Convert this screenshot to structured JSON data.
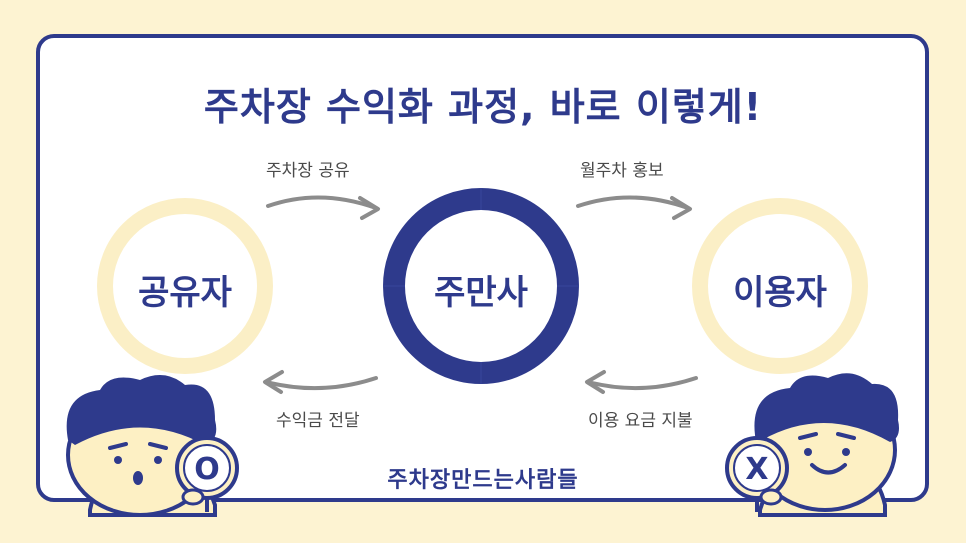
{
  "title": "주차장 수익화 과정, 바로 이렇게!",
  "nodes": {
    "left": "공유자",
    "center": "주만사",
    "right": "이용자"
  },
  "edges": {
    "top_left": "주차장 공유",
    "top_right": "월주차 홍보",
    "bottom_left": "수익금 전달",
    "bottom_right": "이용 요금 지불"
  },
  "signs": {
    "left": "O",
    "right": "X"
  },
  "brand": "주차장만드는사람들",
  "colors": {
    "background": "#FDF3D2",
    "navy": "#2E3A8C",
    "cream_ring": "#FBEFC6",
    "arrow_gray": "#8C8C8C",
    "face": "#FDF0C4"
  }
}
